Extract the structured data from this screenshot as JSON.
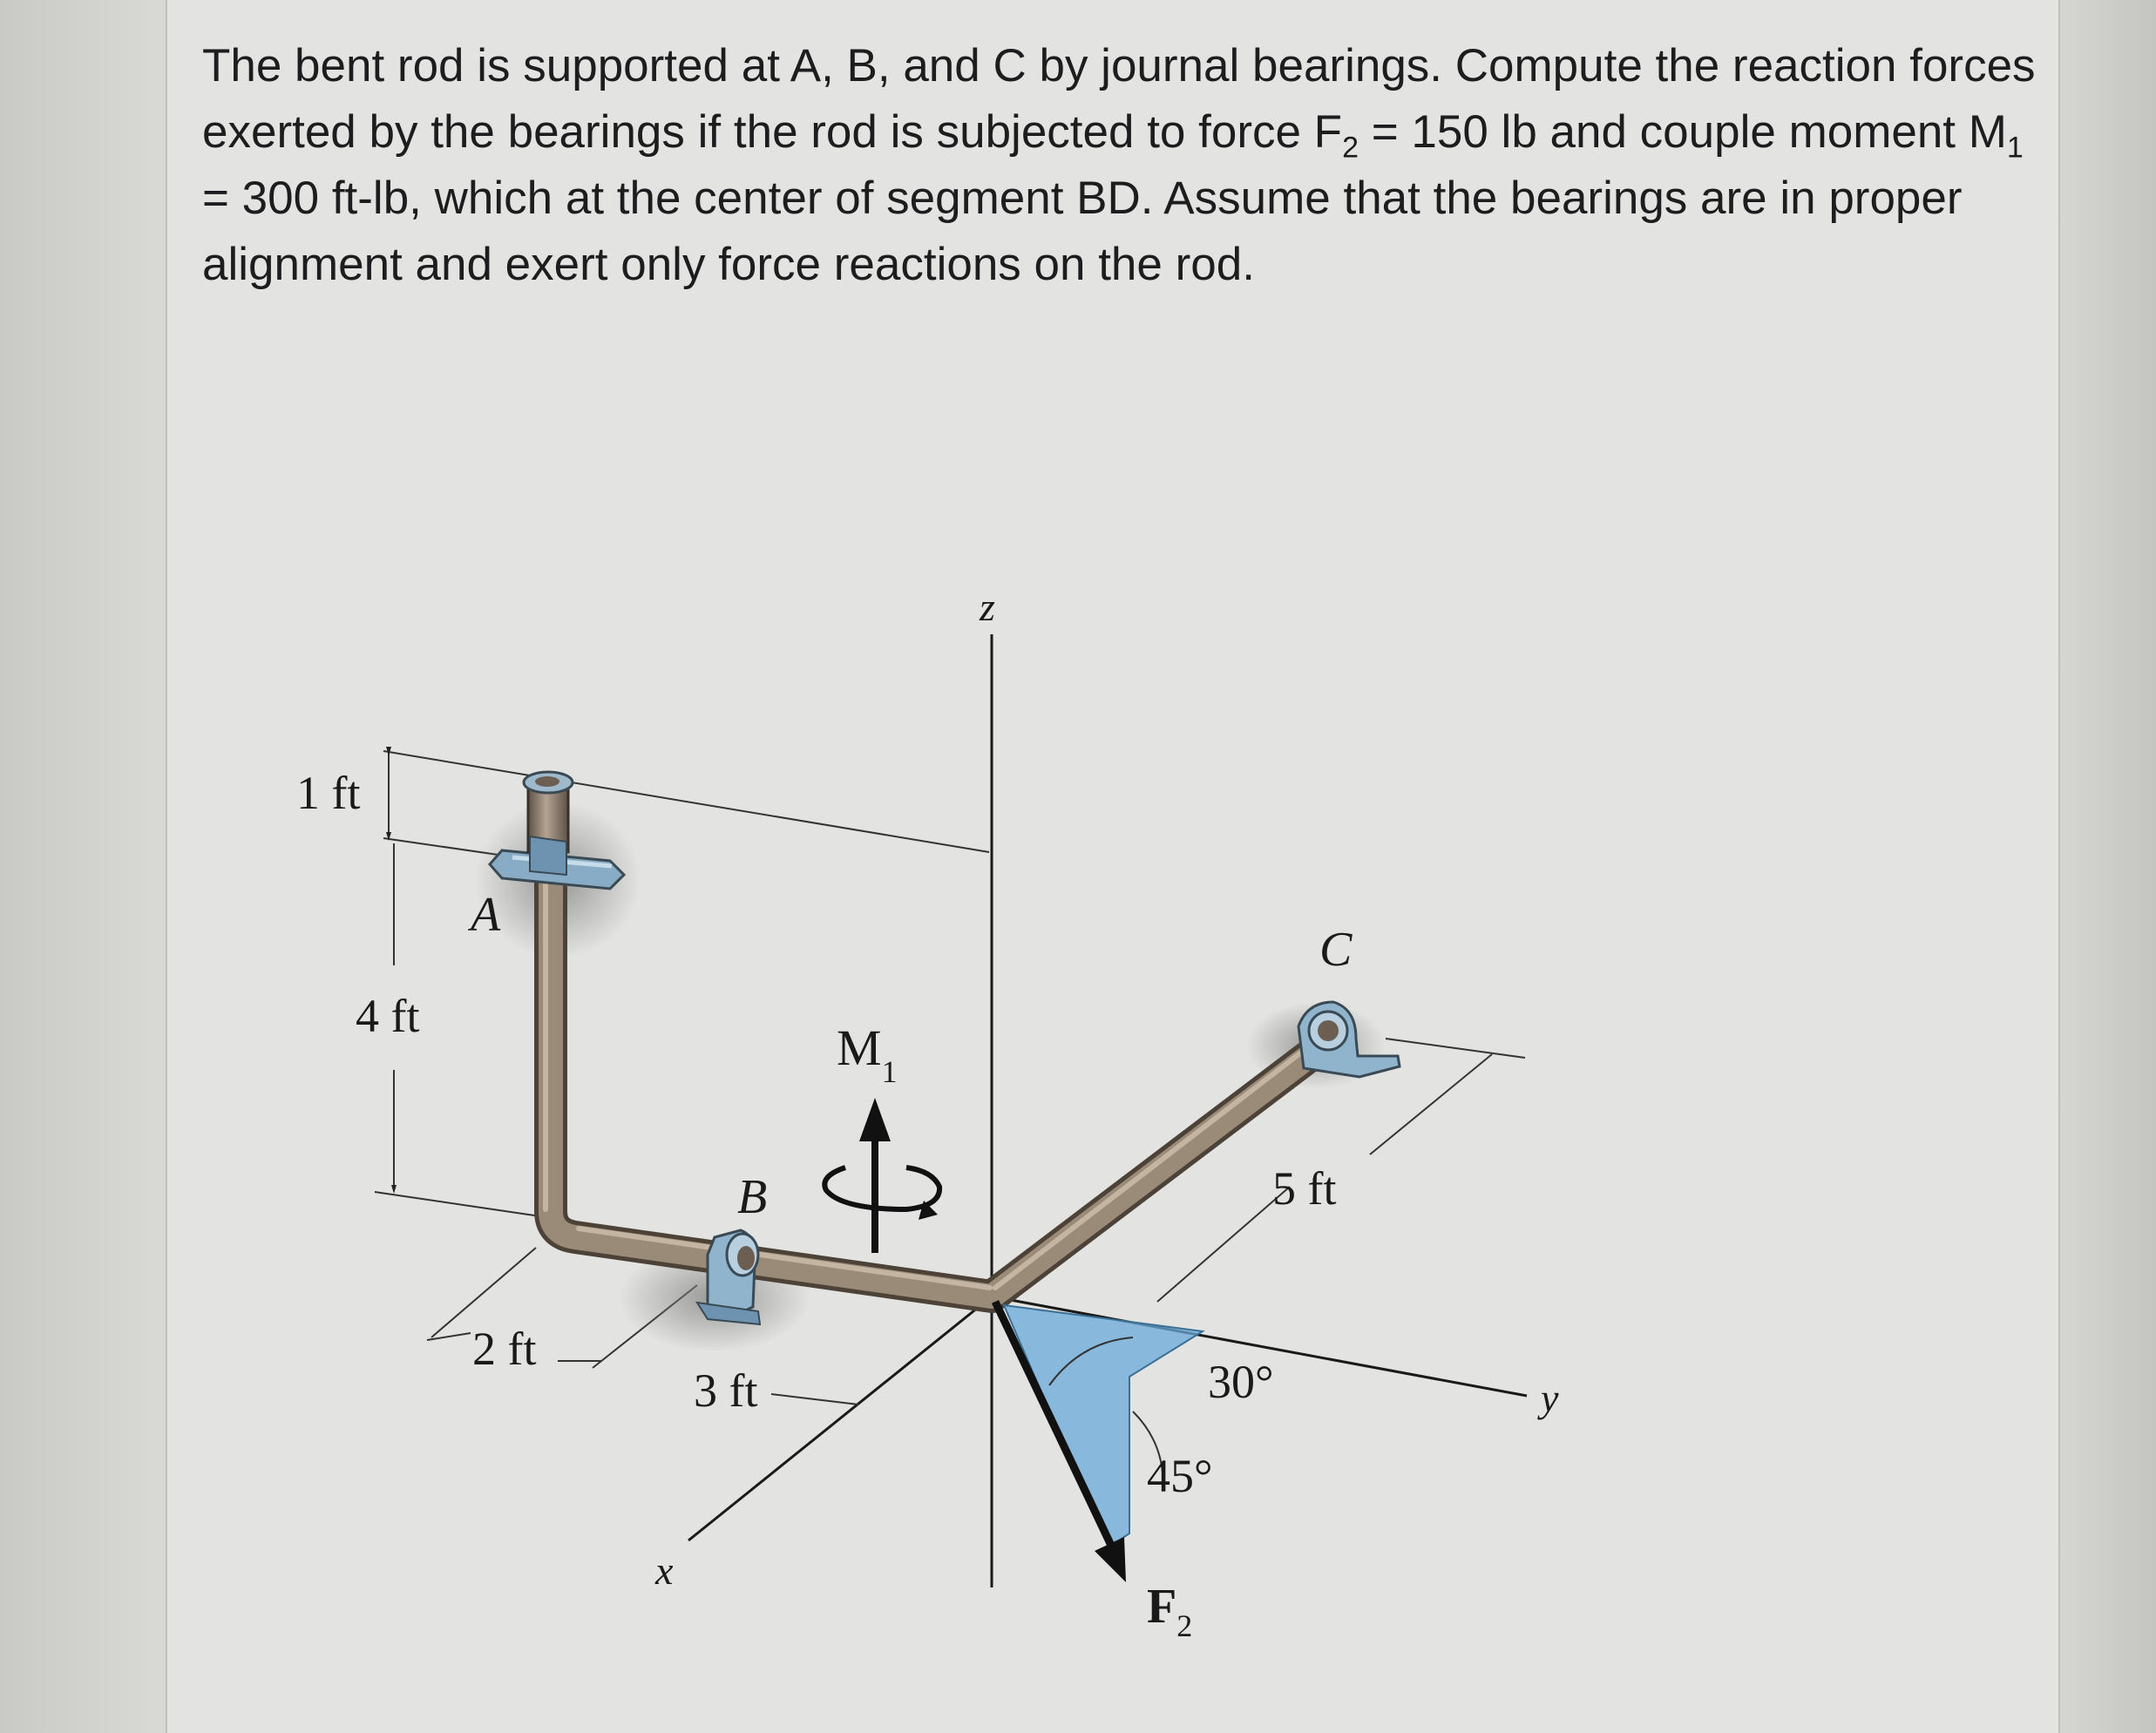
{
  "problem": {
    "p1": "The bent rod is supported at A, B, and C by journal bearings. Compute the reaction forces exerted by the bearings if the rod is subjected to force F",
    "f2_sub": "2",
    "p2": " = 150 lb and couple moment M",
    "m1_sub": "1",
    "p3": " = 300 ft-lb, which at the center of segment BD. Assume that the bearings are in proper alignment and exert only force reactions on the rod."
  },
  "diagram": {
    "axis_z": "z",
    "axis_y": "y",
    "axis_x": "x",
    "point_a": "A",
    "point_b": "B",
    "point_c": "C",
    "moment_m": "M",
    "moment_sub": "1",
    "force_f": "F",
    "force_sub": "2",
    "dim_1ft": "1 ft",
    "dim_4ft": "4 ft",
    "dim_2ft": "2 ft",
    "dim_3ft": "3 ft",
    "dim_5ft": "5 ft",
    "angle_30": "30°",
    "angle_45": "45°"
  },
  "colors": {
    "rod": "#8a7a6a",
    "bearing": "#8fb4cc",
    "force_plane": "#5ea3d3"
  }
}
